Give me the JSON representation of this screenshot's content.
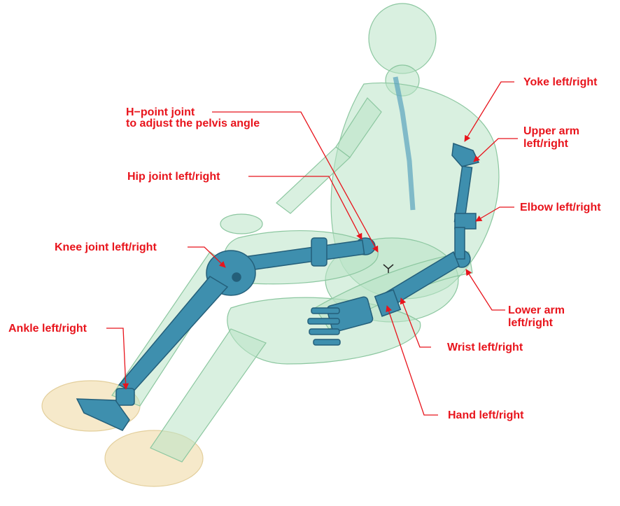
{
  "colors": {
    "label_red": "#e8141c",
    "body_translucent": "#b9e3c6",
    "body_edge": "#8cc7a0",
    "skeleton": "#3e8fae",
    "skeleton_dark": "#245f7a",
    "seat_cream": "#f4e4bd"
  },
  "labels": {
    "hpoint_line1": "H−point joint",
    "hpoint_line2": "to adjust the pelvis angle",
    "hip": "Hip joint left/right",
    "knee": "Knee joint left/right",
    "ankle": "Ankle left/right",
    "yoke": "Yoke left/right",
    "upper_arm_line1": "Upper arm",
    "upper_arm_line2": "left/right",
    "elbow": "Elbow left/right",
    "lower_arm_line1": "Lower arm",
    "lower_arm_line2": "left/right",
    "wrist": "Wrist left/right",
    "hand": "Hand left/right"
  }
}
